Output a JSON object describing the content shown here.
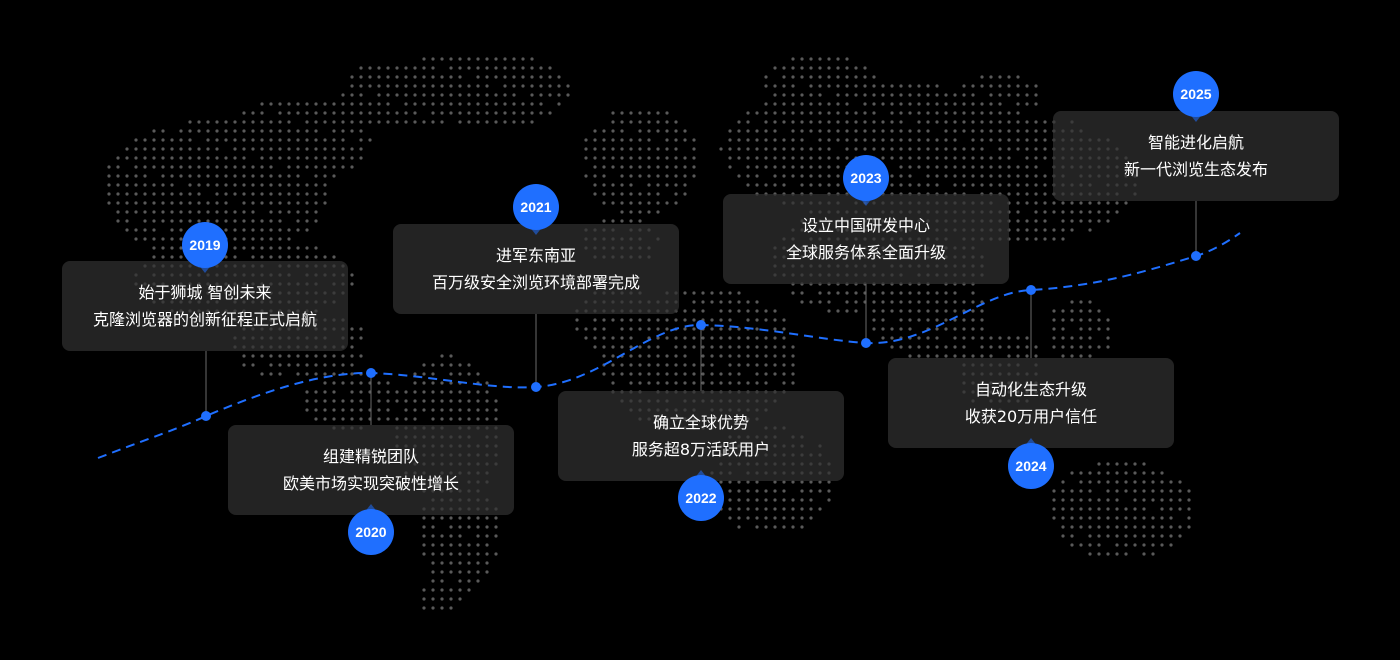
{
  "colors": {
    "background": "#000000",
    "accent": "#1f6fff",
    "map_dots": "#5a5a5a",
    "card_bg": "#303030",
    "connector": "#6a6a6a"
  },
  "milestones": [
    {
      "year": "2019",
      "line1": "始于狮城 智创未来",
      "line2": "克隆浏览器的创新征程正式启航"
    },
    {
      "year": "2020",
      "line1": "组建精锐团队",
      "line2": "欧美市场实现突破性增长"
    },
    {
      "year": "2021",
      "line1": "进军东南亚",
      "line2": "百万级安全浏览环境部署完成"
    },
    {
      "year": "2022",
      "line1": "确立全球优势",
      "line2": "服务超8万活跃用户"
    },
    {
      "year": "2023",
      "line1": "设立中国研发中心",
      "line2": "全球服务体系全面升级"
    },
    {
      "year": "2024",
      "line1": "自动化生态升级",
      "line2": "收获20万用户信任"
    },
    {
      "year": "2025",
      "line1": "智能进化启航",
      "line2": "新一代浏览生态发布"
    }
  ]
}
